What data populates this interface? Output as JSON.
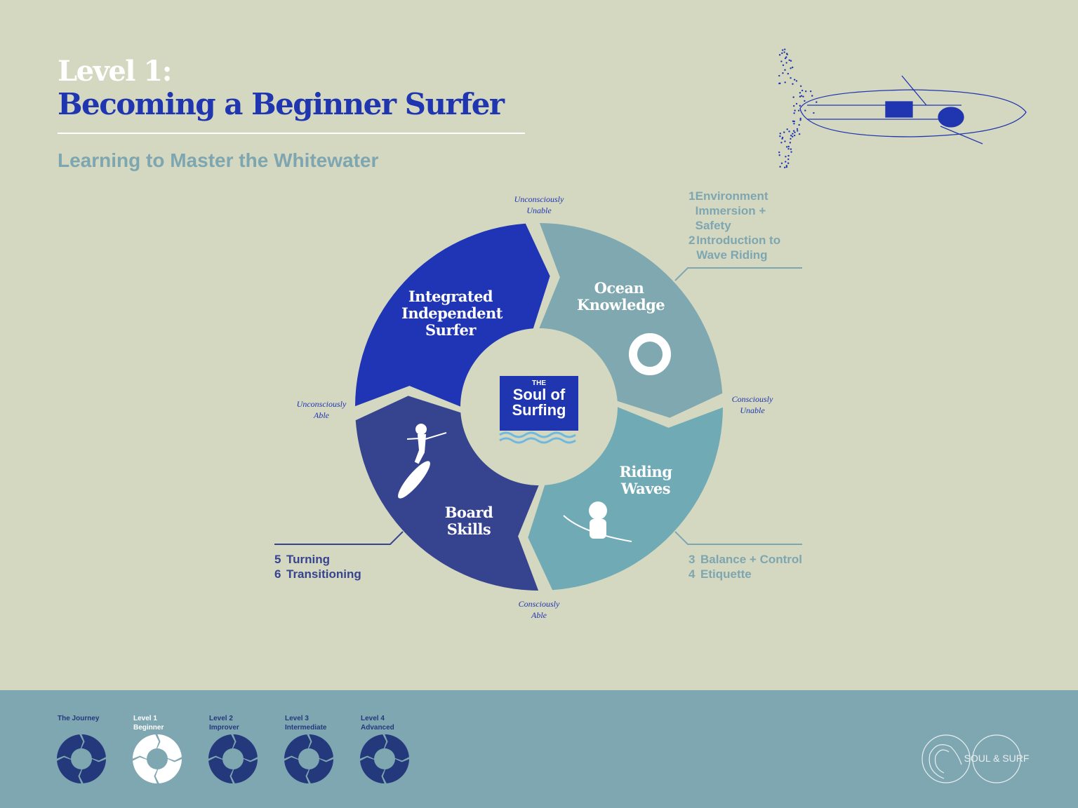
{
  "header": {
    "level": "Level 1:",
    "title": "Becoming a Beginner Surfer",
    "subtitle": "Learning to Master the Whitewater"
  },
  "cycle": {
    "segments": [
      {
        "label": "Integrated Independent Surfer",
        "color": "#1f35b5"
      },
      {
        "label": "Ocean Knowledge",
        "color": "#7fa8b0"
      },
      {
        "label": "Riding Waves",
        "color": "#6faab5"
      },
      {
        "label": "Board Skills",
        "color": "#36438f"
      }
    ],
    "stages": {
      "top": "Unconsciously Unable",
      "right": "Consciously Unable",
      "bottom": "Consciously Able",
      "left": "Unconsciously Able"
    },
    "center_logo": {
      "line1": "THE",
      "line2": "Soul of",
      "line3": "Surfing"
    }
  },
  "lists": {
    "ocean": [
      {
        "n": "1",
        "text": "Environment Immersion + Safety"
      },
      {
        "n": "2",
        "text": "Introduction to Wave Riding"
      }
    ],
    "riding": [
      {
        "n": "3",
        "text": "Balance + Control"
      },
      {
        "n": "4",
        "text": "Etiquette"
      }
    ],
    "board": [
      {
        "n": "5",
        "text": "Turning"
      },
      {
        "n": "6",
        "text": "Transitioning"
      }
    ]
  },
  "footer": {
    "nav": [
      {
        "line1": "The Journey",
        "line2": ""
      },
      {
        "line1": "Level 1",
        "line2": "Beginner",
        "active": true
      },
      {
        "line1": "Level 2",
        "line2": "Improver"
      },
      {
        "line1": "Level 3",
        "line2": "Intermediate"
      },
      {
        "line1": "Level 4",
        "line2": "Advanced"
      }
    ],
    "brand": "SOUL & SURF"
  },
  "colors": {
    "background": "#d4d8c0",
    "footer": "#7fa7b1",
    "accent": "#2035b0"
  }
}
